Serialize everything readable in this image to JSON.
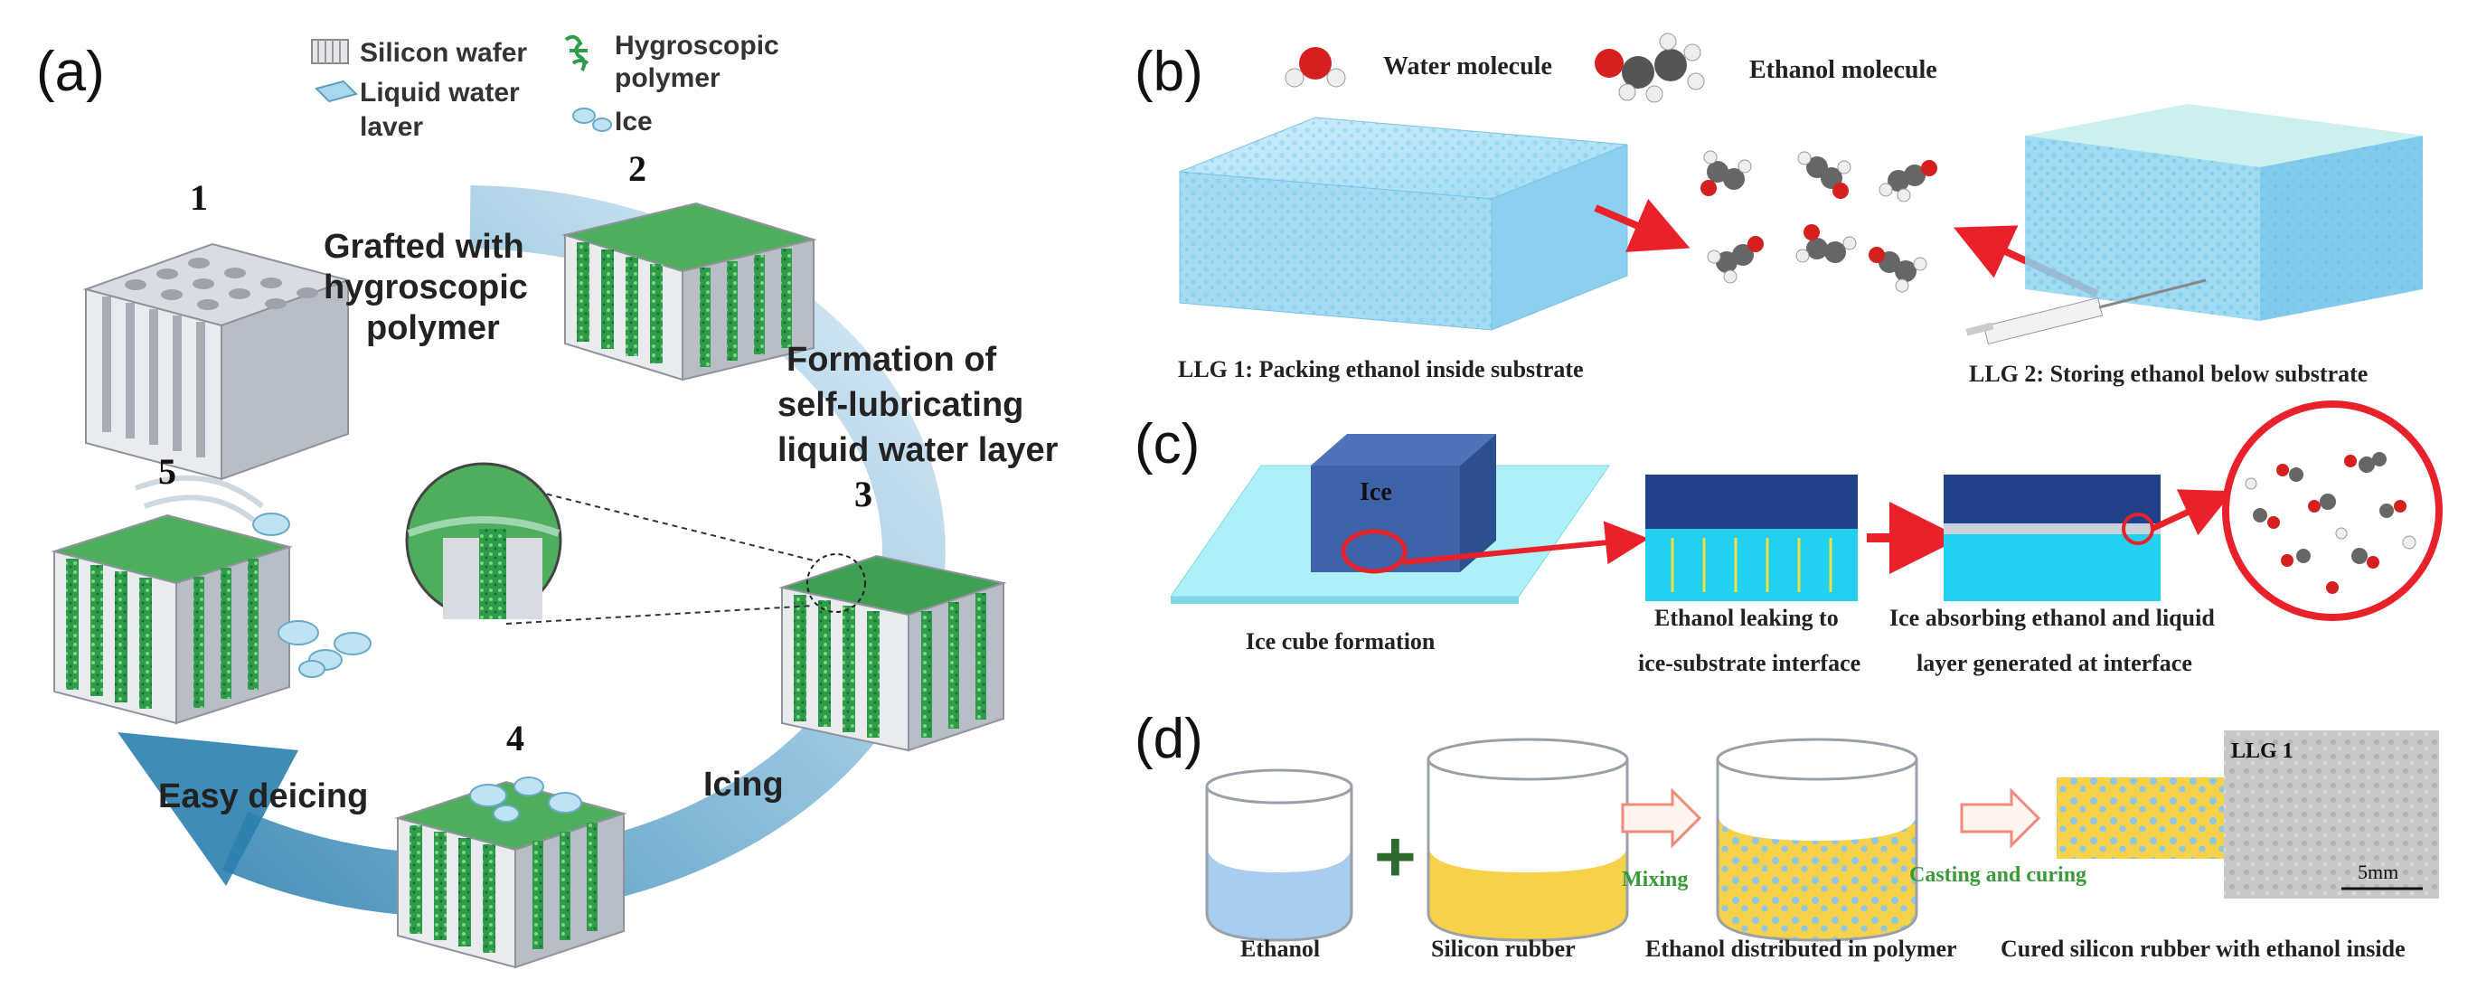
{
  "panel_a": {
    "letter": "(a)",
    "legend": {
      "silicon_wafer": "Silicon wafer",
      "liquid_water_line1": "Liquid water",
      "liquid_water_line2": "laver",
      "hygroscopic_line1": "Hygroscopic",
      "hygroscopic_line2": "polymer",
      "ice": "Ice"
    },
    "step_numbers": [
      "1",
      "2",
      "3",
      "4",
      "5"
    ],
    "cycle_labels": {
      "grafted_line1": "Grafted with",
      "grafted_line2": "hygroscopic",
      "grafted_line3": "polymer",
      "formation_line1": "Formation of",
      "formation_line2": "self-lubricating",
      "formation_line3": "liquid water layer",
      "icing": "Icing",
      "easy_deicing": "Easy deicing"
    }
  },
  "panel_b": {
    "letter": "(b)",
    "water_molecule": "Water molecule",
    "ethanol_molecule": "Ethanol molecule",
    "llg1": "LLG 1: Packing ethanol inside substrate",
    "llg2": "LLG 2: Storing ethanol below substrate"
  },
  "panel_c": {
    "letter": "(c)",
    "ice_label": "Ice",
    "ice_cube_formation": "Ice cube formation",
    "leak_line1": "Ethanol leaking to",
    "leak_line2": "ice-substrate interface",
    "absorb_line1": "Ice absorbing ethanol and liquid",
    "absorb_line2": "layer generated at interface"
  },
  "panel_d": {
    "letter": "(d)",
    "ethanol": "Ethanol",
    "silicon_rubber": "Silicon rubber",
    "mixing": "Mixing",
    "casting": "Casting and curing",
    "distributed": "Ethanol distributed in polymer",
    "cured": "Cured silicon rubber with ethanol inside",
    "sem_label": "LLG 1",
    "scale_bar": "5mm"
  },
  "colors": {
    "arrow_red": "#e8212a",
    "polymer_green": "#2e9c4a",
    "water_blue": "#8fd3ef",
    "ice_blue": "#2f4f8f",
    "rubber_yellow": "#f6d14a",
    "mix_green_text": "#3a9a3a"
  }
}
